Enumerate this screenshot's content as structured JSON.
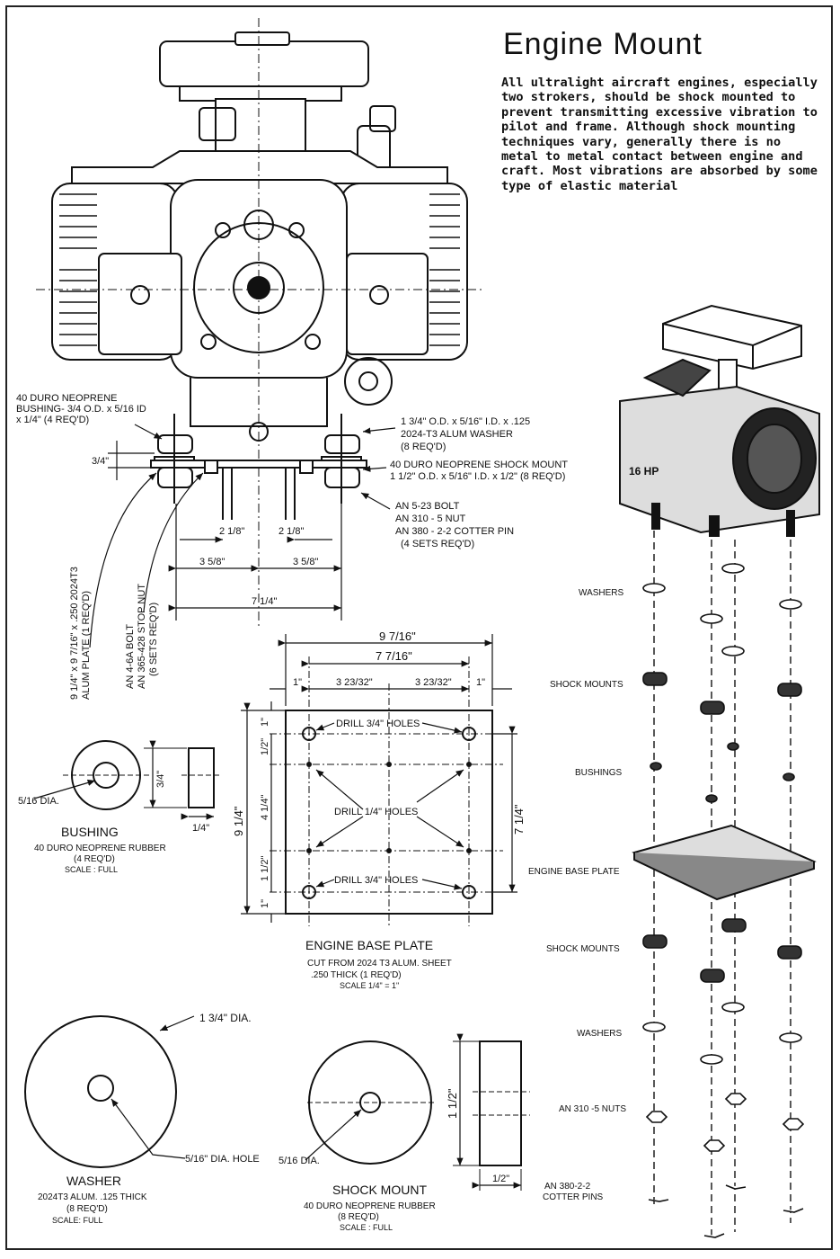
{
  "title": "Engine Mount",
  "intro": "All ultralight aircraft engines, especially two strokers, should be shock mounted to prevent transmitting excessive vibration to pilot and frame. Although shock mounting techniques vary, generally there is no metal to metal contact between engine and craft. Most vibrations are absorbed by some type of elastic material",
  "front_view": {
    "bushing_note": [
      "40 DURO NEOPRENE",
      "BUSHING- 3/4 O.D. x 5/16 ID",
      "x 1/4\" (4 REQ'D)"
    ],
    "washer_note": [
      "1 3/4\" O.D. x 5/16\" I.D. x .125",
      "2024-T3 ALUM WASHER",
      "(8 REQ'D)"
    ],
    "shock_note": [
      "40 DURO NEOPRENE SHOCK MOUNT",
      "1 1/2\" O.D. x 5/16\" I.D. x 1/2\" (8 REQ'D)"
    ],
    "bolt_note": [
      "AN 5-23 BOLT",
      "AN 310 - 5 NUT",
      "AN 380 - 2-2 COTTER PIN",
      "(4 SETS REQ'D)"
    ],
    "plate_note": [
      "9 1/4\" x 9 7/16\" x .250 2024T3",
      "ALUM PLATE (1 REQ'D)"
    ],
    "stopnut_note": [
      "AN 4-6A BOLT",
      "AN 365-428 STOP NUT",
      "(6 SETS REQ'D)"
    ],
    "dim_three_quarter": "3/4\"",
    "dim_2_1_8_left": "2 1/8\"",
    "dim_2_1_8_right": "2 1/8\"",
    "dim_3_5_8_left": "3 5/8\"",
    "dim_3_5_8_right": "3 5/8\"",
    "dim_7_1_4": "7 1/4\""
  },
  "base_plate": {
    "dim_top_outer": "9 7/16\"",
    "dim_top_inner": "7 7/16\"",
    "dim_left_1": "1\"",
    "dim_3_23_32_left": "3 23/32\"",
    "dim_3_23_32_right": "3 23/32\"",
    "dim_right_1": "1\"",
    "dim_side_total": "9 1/4\"",
    "dim_side_inner": "4 1/4\"",
    "dim_side_top1": "1\"",
    "dim_side_half_top": "1/2\"",
    "dim_side_1_1_2": "1 1/2\"",
    "dim_side_bottom1": "1\"",
    "dim_right_7_1_4": "7 1/4\"",
    "drill_top": "DRILL 3/4\" HOLES",
    "drill_mid": "DRILL 1/4\" HOLES",
    "drill_bottom": "DRILL 3/4\" HOLES",
    "caption": "ENGINE BASE PLATE",
    "sub1": "CUT FROM 2024 T3 ALUM. SHEET",
    "sub2": ".250 THICK (1 REQ'D)",
    "sub3": "SCALE 1/4\" = 1\""
  },
  "bushing": {
    "dia": "5/16 DIA.",
    "height": "3/4\"",
    "thick": "1/4\"",
    "caption": "BUSHING",
    "sub1": "40 DURO NEOPRENE RUBBER",
    "sub2": "(4 REQ'D)",
    "sub3": "SCALE : FULL"
  },
  "washer": {
    "outer_dia": "1 3/4\" DIA.",
    "hole": "5/16\" DIA. HOLE",
    "caption": "WASHER",
    "sub1": "2024T3 ALUM. .125 THICK",
    "sub2": "(8 REQ'D)",
    "sub3": "SCALE: FULL"
  },
  "shock_mount": {
    "dia": "5/16 DIA.",
    "height": "1 1/2\"",
    "thick": "1/2\"",
    "caption": "SHOCK MOUNT",
    "sub1": "40 DURO NEOPRENE RUBBER",
    "sub2": "(8 REQ'D)",
    "sub3": "SCALE : FULL"
  },
  "exploded": {
    "hp_badge": "16 HP",
    "labels": [
      "WASHERS",
      "SHOCK MOUNTS",
      "BUSHINGS",
      "ENGINE BASE PLATE",
      "SHOCK MOUNTS",
      "WASHERS",
      "AN 310 -5 NUTS",
      "AN 380-2-2",
      "COTTER PINS"
    ]
  }
}
